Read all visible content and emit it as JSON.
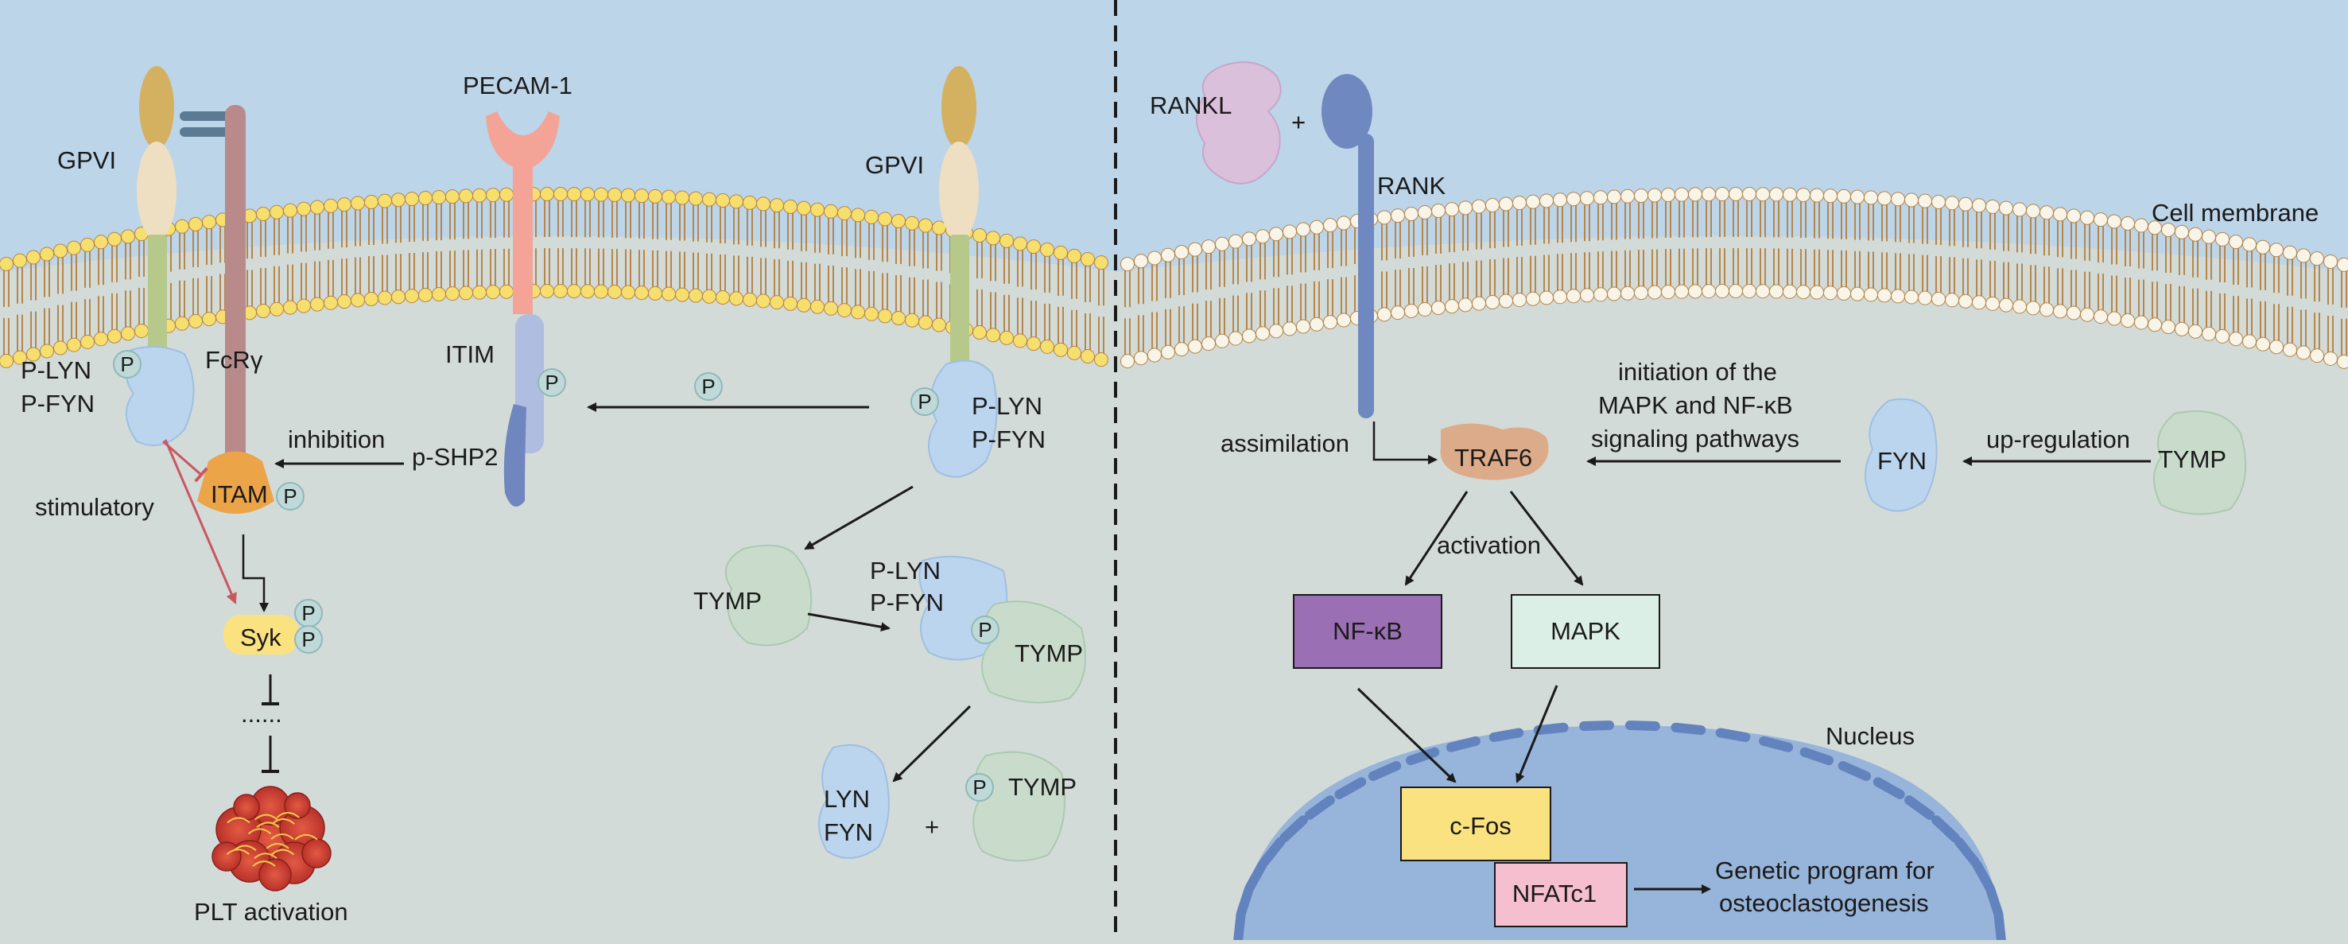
{
  "left_panel": {
    "gpvi_left": "GPVI",
    "gpvi_right": "GPVI",
    "pecam": "PECAM-1",
    "fcr": "FcRγ",
    "itim": "ITIM",
    "itam": "ITAM",
    "p": "P",
    "p_lyn": "P-LYN",
    "p_fyn": "P-FYN",
    "inhibition": "inhibition",
    "p_shp2": "p-SHP2",
    "stimulatory": "stimulatory",
    "syk": "Syk",
    "dots": "......",
    "plt_activation": "PLT activation",
    "tymp": "TYMP",
    "lyn": "LYN",
    "fyn": "FYN",
    "plus": "+"
  },
  "right_panel": {
    "rankl": "RANKL",
    "plus": "+",
    "rank": "RANK",
    "cell_membrane": "Cell membrane",
    "assimilation": "assimilation",
    "traf6": "TRAF6",
    "initiation_line1": "initiation of the",
    "initiation_line2": "MAPK and NF-κB",
    "initiation_line3": "signaling pathways",
    "fyn": "FYN",
    "up_regulation": "up-regulation",
    "tymp": "TYMP",
    "activation": "activation",
    "nfkb": "NF-κB",
    "mapk": "MAPK",
    "nucleus": "Nucleus",
    "cfos": "c-Fos",
    "nfatc1": "NFATc1",
    "genetic_line1": "Genetic program for",
    "genetic_line2": "osteoclastogenesis"
  },
  "colors": {
    "extracellular": "#bdd5e9",
    "cytoplasm": "#d3dbd8",
    "lipid_head_left": "#f7df6e",
    "lipid_head_right": "#f8f5e8",
    "lipid_tail": "#b6864a",
    "kinase_blue": "#bcd5ee",
    "tymp_green": "#c9dccb",
    "phosphate": "#bfd9d9",
    "nfkb_box": "#9b6fb3",
    "mapk_box": "#dcefe6",
    "cfos_box": "#fbe281",
    "nfatc1_box": "#f6bfcf",
    "nucleus": "#97b4da",
    "nucleus_pore": "#6283bd",
    "inhibition_red": "#c9575f"
  }
}
